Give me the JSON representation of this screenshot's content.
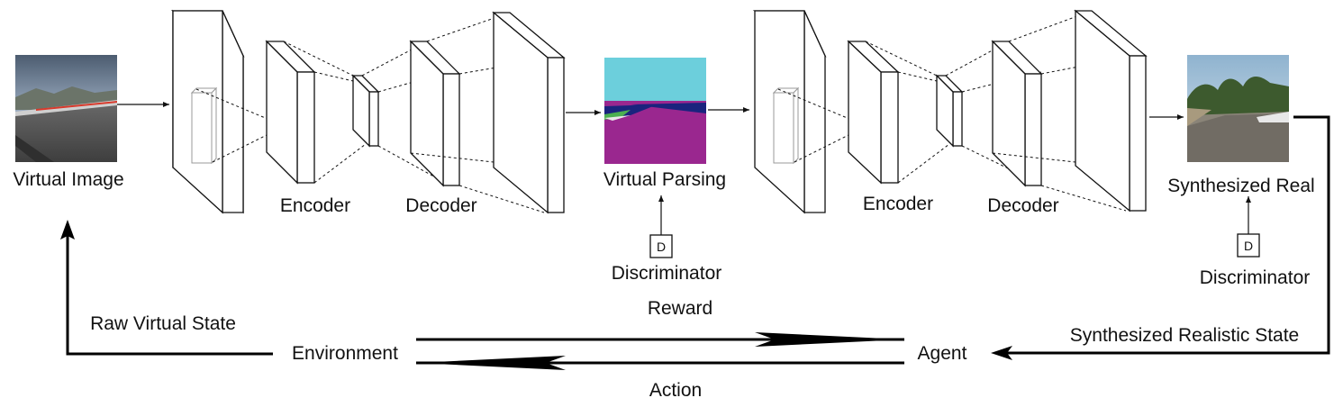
{
  "labels": {
    "virtual_image": "Virtual Image",
    "encoder_1": "Encoder",
    "decoder_1": "Decoder",
    "virtual_parsing": "Virtual Parsing",
    "discriminator_1": "Discriminator",
    "discriminator_1_box": "D",
    "encoder_2": "Encoder",
    "decoder_2": "Decoder",
    "synthesized_real": "Synthesized Real",
    "discriminator_2": "Discriminator",
    "discriminator_2_box": "D",
    "reward": "Reward",
    "raw_virtual_state": "Raw Virtual State",
    "environment": "Environment",
    "agent": "Agent",
    "action": "Action",
    "synthesized_realistic_state": "Synthesized Realistic State"
  },
  "colors": {
    "parsing_sky": "#6ccfdc",
    "parsing_road": "#9a278f",
    "parsing_navy": "#1a237e",
    "parsing_green": "#4caf50"
  },
  "icons": {
    "virtual_image": "rendered-race-track-image",
    "virtual_parsing": "segmentation-map-image",
    "synthesized_real": "real-road-photo-image"
  }
}
